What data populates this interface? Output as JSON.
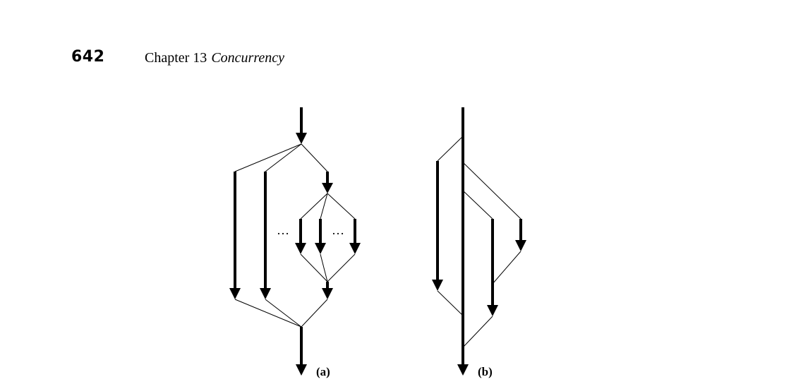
{
  "header": {
    "page_number": "642",
    "chapter_label": "Chapter 13",
    "chapter_title": "Concurrency"
  },
  "figure": {
    "panel_a": {
      "label": "(a)",
      "ellipsis_left": "…",
      "ellipsis_right": "…"
    },
    "panel_b": {
      "label": "(b)"
    }
  },
  "colors": {
    "ink": "#000000",
    "background": "#ffffff"
  }
}
